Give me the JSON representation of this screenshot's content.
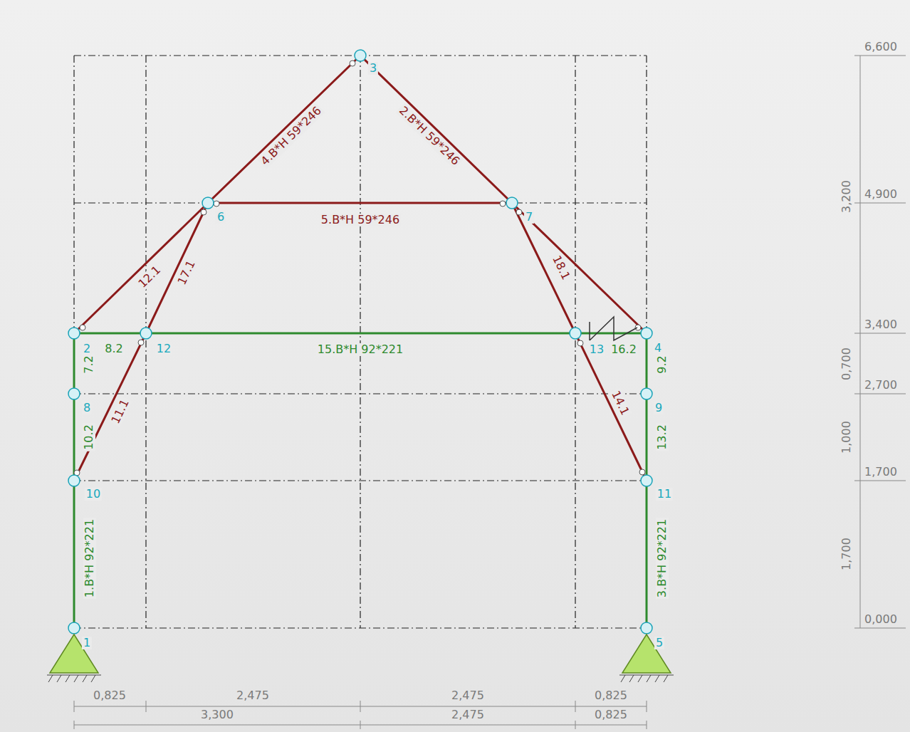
{
  "diagram": {
    "labels": [
      "3",
      "4.B*H 59*246",
      "2.B*H 59*246",
      "6",
      "7",
      "5.B*H 59*246",
      "12.1",
      "17.1",
      "18.1",
      "2",
      "8.2",
      "12",
      "15.B*H 92*221",
      "13",
      "16.2",
      "4",
      "7.2",
      "9.2",
      "8",
      "9",
      "11.1",
      "14.1",
      "10.2",
      "13.2",
      "10",
      "11",
      "1.B*H 92*221",
      "3.B*H 92*221",
      "1",
      "5",
      "6,600",
      "3,200",
      "4,900",
      "3,400",
      "0,700",
      "2,700",
      "1,000",
      "1,700",
      "1,700",
      "0,000",
      "0,825",
      "2,475",
      "2,475",
      "0,825",
      "3,300",
      "2,475",
      "0,825"
    ]
  }
}
